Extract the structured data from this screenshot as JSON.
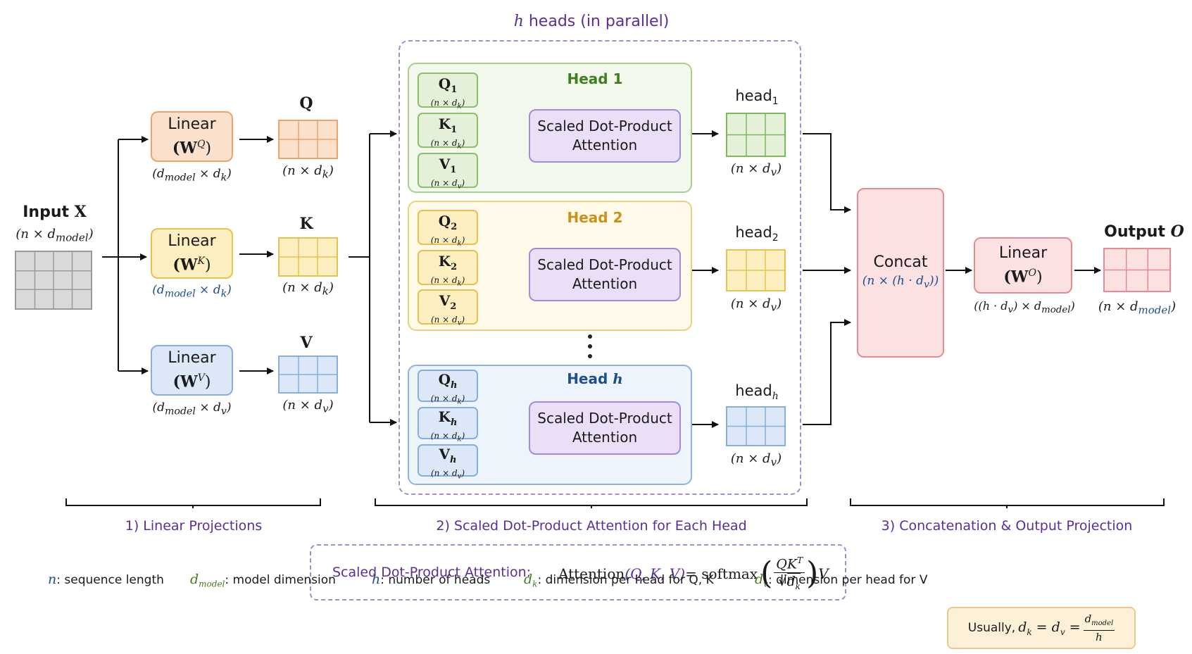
{
  "top_title": {
    "var": "h",
    "rest": " heads (in parallel)"
  },
  "input": {
    "label": "Input ",
    "var": "X",
    "dim": "(n × d",
    "dim_sub": "model",
    "dim_end": ")"
  },
  "linears": [
    {
      "line1": "Linear",
      "line2": "(W",
      "sup": "Q",
      "line2_end": ")",
      "dim": "(d",
      "dim_sub": "model",
      "dim_mid": " × d",
      "dim_sub2": "k",
      "dim_end": ")",
      "out_name": "Q",
      "out_dim": "(n × d",
      "out_sub": "k",
      "out_end": ")"
    },
    {
      "line1": "Linear",
      "line2": "(W",
      "sup": "K",
      "line2_end": ")",
      "dim": "(d",
      "dim_sub": "model",
      "dim_mid": " × d",
      "dim_sub2": "k",
      "dim_end": ")",
      "out_name": "K",
      "out_dim": "(n × d",
      "out_sub": "k",
      "out_end": ")"
    },
    {
      "line1": "Linear",
      "line2": "(W",
      "sup": "V",
      "line2_end": ")",
      "dim": "(d",
      "dim_sub": "model",
      "dim_mid": " × d",
      "dim_sub2": "v",
      "dim_end": ")",
      "out_name": "V",
      "out_dim": "(n × d",
      "out_sub": "v",
      "out_end": ")"
    }
  ],
  "heads": [
    {
      "title": "Head 1",
      "title_var": "",
      "inputs": [
        {
          "name": "Q",
          "sub": "1",
          "dim": "(n × d",
          "dsub": "k",
          "dend": ")"
        },
        {
          "name": "K",
          "sub": "1",
          "dim": "(n × d",
          "dsub": "k",
          "dend": ")"
        },
        {
          "name": "V",
          "sub": "1",
          "dim": "(n × d",
          "dsub": "v",
          "dend": ")"
        }
      ],
      "block_l1": "Scaled Dot-Product",
      "block_l2": "Attention",
      "out_name": "head",
      "out_sub": "1",
      "out_dim": "(n × d",
      "out_dsub": "v",
      "out_dend": ")"
    },
    {
      "title": "Head 2",
      "title_var": "",
      "inputs": [
        {
          "name": "Q",
          "sub": "2",
          "dim": "(n × d",
          "dsub": "k",
          "dend": ")"
        },
        {
          "name": "K",
          "sub": "2",
          "dim": "(n × d",
          "dsub": "k",
          "dend": ")"
        },
        {
          "name": "V",
          "sub": "2",
          "dim": "(n × d",
          "dsub": "v",
          "dend": ")"
        }
      ],
      "block_l1": "Scaled Dot-Product",
      "block_l2": "Attention",
      "out_name": "head",
      "out_sub": "2",
      "out_dim": "(n × d",
      "out_dsub": "v",
      "out_dend": ")"
    },
    {
      "title": "Head ",
      "title_var": "h",
      "inputs": [
        {
          "name": "Q",
          "sub": "h",
          "dim": "(n × d",
          "dsub": "k",
          "dend": ")"
        },
        {
          "name": "K",
          "sub": "h",
          "dim": "(n × d",
          "dsub": "k",
          "dend": ")"
        },
        {
          "name": "V",
          "sub": "h",
          "dim": "(n × d",
          "dsub": "v",
          "dend": ")"
        }
      ],
      "block_l1": "Scaled Dot-Product",
      "block_l2": "Attention",
      "out_name": "head",
      "out_sub": "h",
      "out_dim": "(n × d",
      "out_dsub": "v",
      "out_dend": ")"
    }
  ],
  "concat": {
    "label": "Concat",
    "dim": "(n × (h · d",
    "dim_sub": "v",
    "dim_end": "))"
  },
  "out_linear": {
    "line1": "Linear",
    "line2": "(W",
    "sup": "O",
    "line2_end": ")",
    "dim": "((h · d",
    "dim_sub": "v",
    "dim_mid": ") × d",
    "dim_sub2": "model",
    "dim_end": ")"
  },
  "output": {
    "label": "Output ",
    "var": "O",
    "dim": "(n × d",
    "dim_sub": "model",
    "dim_end": ")"
  },
  "sections": [
    "1) Linear Projections",
    "2) Scaled Dot-Product Attention for Each Head",
    "3) Concatenation & Output Projection"
  ],
  "formula": {
    "label": "Scaled Dot-Product Attention:",
    "lhs": "Attention",
    "args": "(Q, K, V)",
    "eq": " = softmax",
    "num": "QK",
    "num_sup": "T",
    "den": "d",
    "den_sub": "k",
    "tail": "V"
  },
  "legend": [
    {
      "sym": "n",
      "sub": "",
      "text": ": sequence length",
      "color": "#1f4e8c"
    },
    {
      "sym": "d",
      "sub": "model",
      "text": ": model dimension",
      "color": "#3f7f1f"
    },
    {
      "sym": "h",
      "sub": "",
      "text": ": number of heads",
      "color": "#1f4e8c"
    },
    {
      "sym": "d",
      "sub": "k",
      "text": ": dimension per head for Q, K",
      "color": "#3f7f1f"
    },
    {
      "sym": "d",
      "sub": "v",
      "text": ": dimension per head for V",
      "color": "#3f7f1f"
    }
  ],
  "note": {
    "prefix": "Usually, ",
    "eq1": "d",
    "eq1_sub": "k",
    "eq2": " = d",
    "eq2_sub": "v",
    "eq3": " = ",
    "frac_num": "d",
    "frac_num_sub": "model",
    "frac_den": "h"
  },
  "colors": {
    "orange": "#eda46c",
    "yellow": "#e8c14e",
    "blue": "#86aede",
    "green": "#8cbf6a",
    "purple": "#a48bd5",
    "pink": "#e98a91",
    "accent_text": "#5b2d9c",
    "grey": "#d9d9d9"
  }
}
